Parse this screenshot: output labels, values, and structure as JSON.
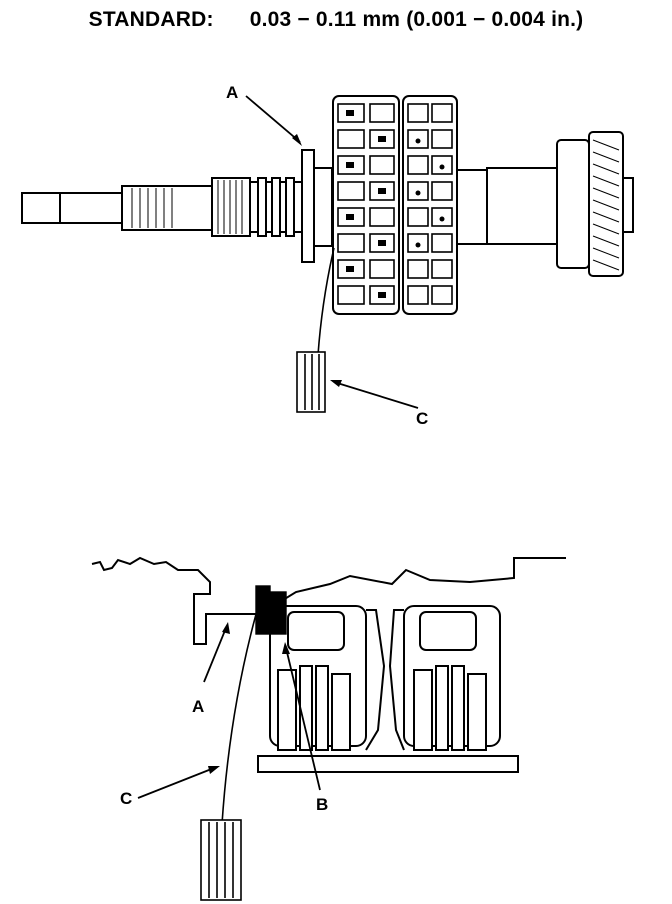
{
  "header": {
    "standard_label": "STANDARD:",
    "standard_value": "0.03 − 0.11 mm (0.001 − 0.004 in.)"
  },
  "top_figure": {
    "callouts": {
      "a": "A",
      "c": "C"
    }
  },
  "bottom_figure": {
    "callouts": {
      "a": "A",
      "b": "B",
      "c": "C"
    }
  }
}
